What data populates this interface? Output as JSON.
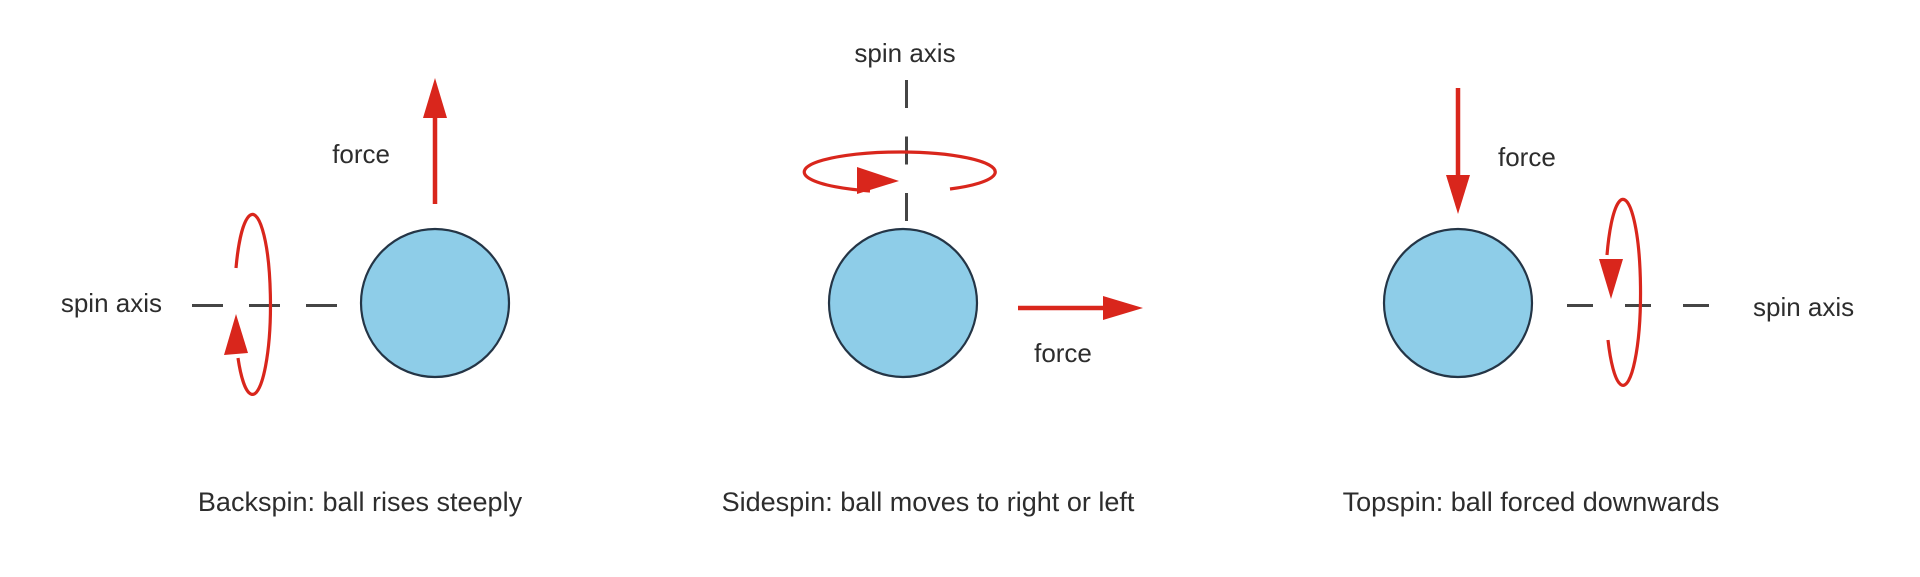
{
  "colors": {
    "background": "#ffffff",
    "red": "#d9261c",
    "ball_fill": "#8ecde8",
    "ball_stroke": "#243546",
    "dash": "#454545",
    "text": "#2d2d2d"
  },
  "panels": [
    {
      "name": "backspin",
      "spin_axis_label": "spin axis",
      "force_label": "force",
      "caption": "Backspin: ball rises steeply",
      "force_direction": "up",
      "spin_axis_orientation": "horizontal"
    },
    {
      "name": "sidespin",
      "spin_axis_label": "spin axis",
      "force_label": "force",
      "caption": "Sidespin: ball moves to right or left",
      "force_direction": "right",
      "spin_axis_orientation": "vertical"
    },
    {
      "name": "topspin",
      "spin_axis_label": "spin axis",
      "force_label": "force",
      "caption": "Topspin: ball forced downwards",
      "force_direction": "down",
      "spin_axis_orientation": "horizontal"
    }
  ]
}
